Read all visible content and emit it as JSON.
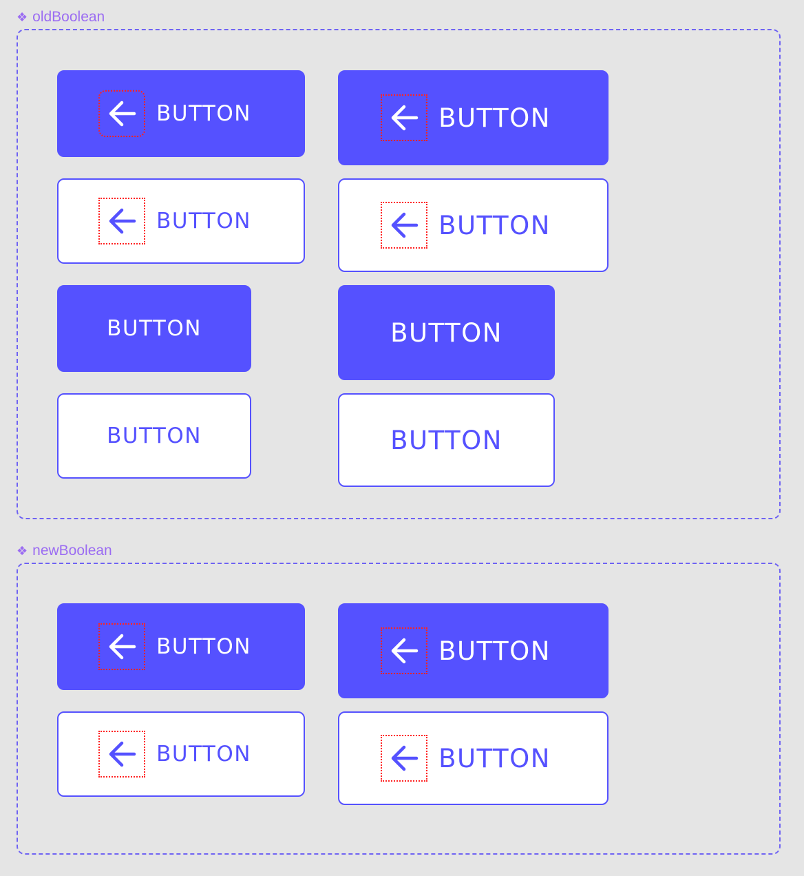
{
  "sets": [
    {
      "name": "oldBoolean"
    },
    {
      "name": "newBoolean"
    }
  ],
  "button_label": "BUTTON",
  "icons": {
    "leading": "arrow-left-icon",
    "set_marker": "component-set-icon"
  },
  "colors": {
    "primary": "#5551ff",
    "on_primary": "#ffffff",
    "frame_border": "#6f63f3",
    "set_label": "#9b6cf2",
    "icon_slot_border": "#ff2222",
    "canvas": "#e5e5e5"
  }
}
